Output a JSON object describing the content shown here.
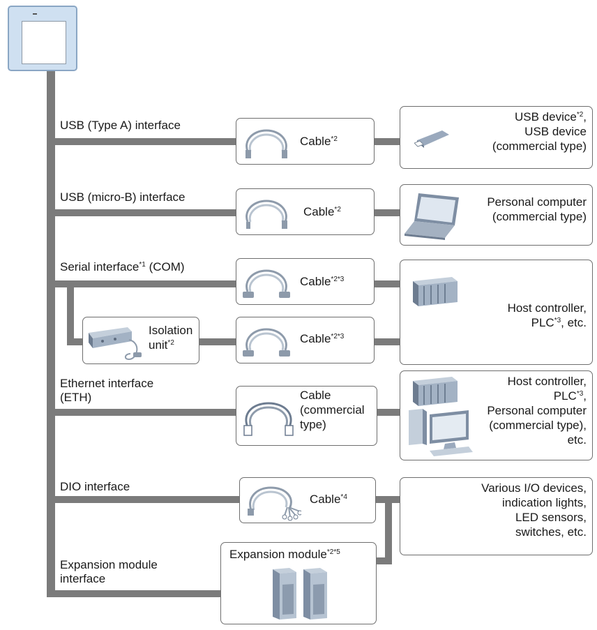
{
  "interfaces": {
    "usb_a": "USB (Type A) interface",
    "usb_micro": "USB (micro-B) interface",
    "serial": {
      "text": "Serial interface",
      "sup": "*1",
      "suffix": " (COM)"
    },
    "ethernet": {
      "line1": "Ethernet interface",
      "line2": "(ETH)"
    },
    "dio": "DIO interface",
    "expansion": {
      "line1": "Expansion module",
      "line2": "interface"
    }
  },
  "cables": {
    "usb_a": {
      "text": "Cable",
      "sup": "*2"
    },
    "usb_micro": {
      "text": "Cable",
      "sup": "*2"
    },
    "serial_1": {
      "text": "Cable",
      "sup": "*2*3"
    },
    "serial_2": {
      "text": "Cable",
      "sup": "*2*3"
    },
    "ethernet": {
      "line1": "Cable",
      "line2": "(commercial",
      "line3": "type)"
    },
    "dio": {
      "text": "Cable",
      "sup": "*4"
    }
  },
  "isolation_unit": {
    "line1": "Isolation",
    "line2": "unit",
    "sup": "*2"
  },
  "expansion_module": {
    "text": "Expansion module",
    "sup": "*2*5"
  },
  "devices": {
    "usb_a": {
      "line1": "USB device",
      "sup": "*2",
      "line1_end": ",",
      "line2": "USB device",
      "line3": "(commercial type)"
    },
    "usb_micro": {
      "line1": "Personal computer",
      "line2": "(commercial type)"
    },
    "serial": {
      "line1": "Host controller,",
      "line2a": "PLC",
      "sup": "*3",
      "line2b": ", etc."
    },
    "ethernet": {
      "line1": "Host controller,",
      "line2a": "PLC",
      "sup": "*3",
      "line2b": ",",
      "line3": "Personal computer",
      "line4": "(commercial type),",
      "line5": "etc."
    },
    "dio": {
      "line1": "Various I/O devices,",
      "line2": "indication lights,",
      "line3": "LED sensors,",
      "line4": "switches, etc."
    }
  },
  "colors": {
    "line": "#7b7b7b",
    "panel_frame": "#bcd3ea",
    "device": "#9aa9bd"
  }
}
